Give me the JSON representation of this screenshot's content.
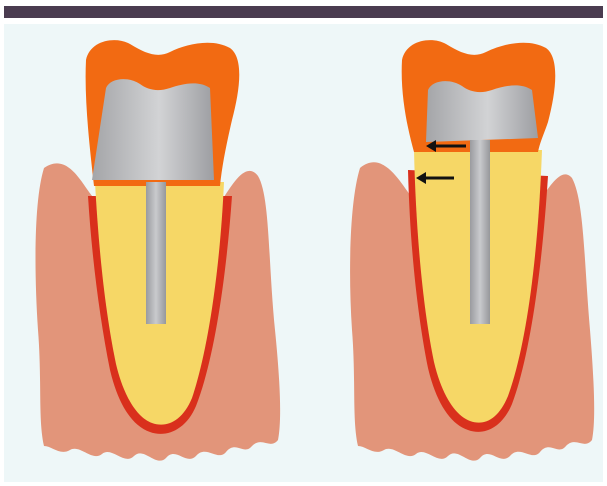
{
  "figure": {
    "panels": [
      {
        "id": "left",
        "description_key": "post-core-crown-intact",
        "arrows": 0
      },
      {
        "id": "right",
        "description_key": "post-core-crown-with-gap",
        "arrows": 2
      }
    ],
    "colors": {
      "top_bar": "#4a3c50",
      "background": "#eef7f8",
      "crown": "#f26a12",
      "core": "#b8b9bc",
      "root": "#f6d766",
      "root_outline": "#d9301c",
      "gum": "#e2957a",
      "post": "#a9aaad",
      "arrow": "#111111"
    },
    "icons": [
      "arrow-left-icon",
      "arrow-left-icon"
    ]
  }
}
